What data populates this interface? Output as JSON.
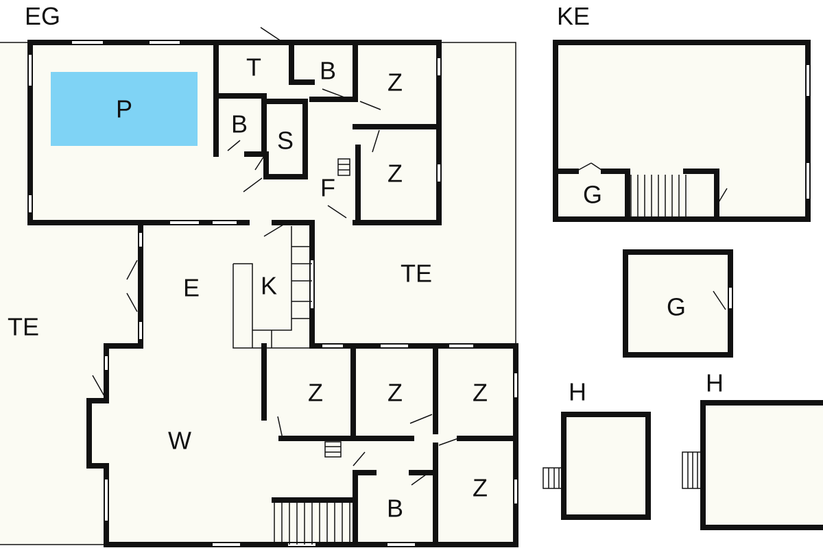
{
  "sections": {
    "ground_floor": "EG",
    "basement": "KE"
  },
  "rooms": {
    "pool": "P",
    "toilet": "T",
    "bath_1": "B",
    "bath_2": "B",
    "sauna": "S",
    "bedroom_1": "Z",
    "bedroom_2": "Z",
    "hall": "F",
    "terrace_right": "TE",
    "terrace_left": "TE",
    "entrance": "E",
    "kitchen": "K",
    "living": "W",
    "bedroom_3": "Z",
    "bedroom_4": "Z",
    "bedroom_5": "Z",
    "bedroom_6": "Z",
    "bath_3": "B",
    "garage_basement": "G",
    "garage": "G",
    "shed_1": "H",
    "shed_2": "H"
  },
  "colors": {
    "pool": "#7fd3f5",
    "wall": "#111111",
    "floor": "#fbfbf3"
  }
}
